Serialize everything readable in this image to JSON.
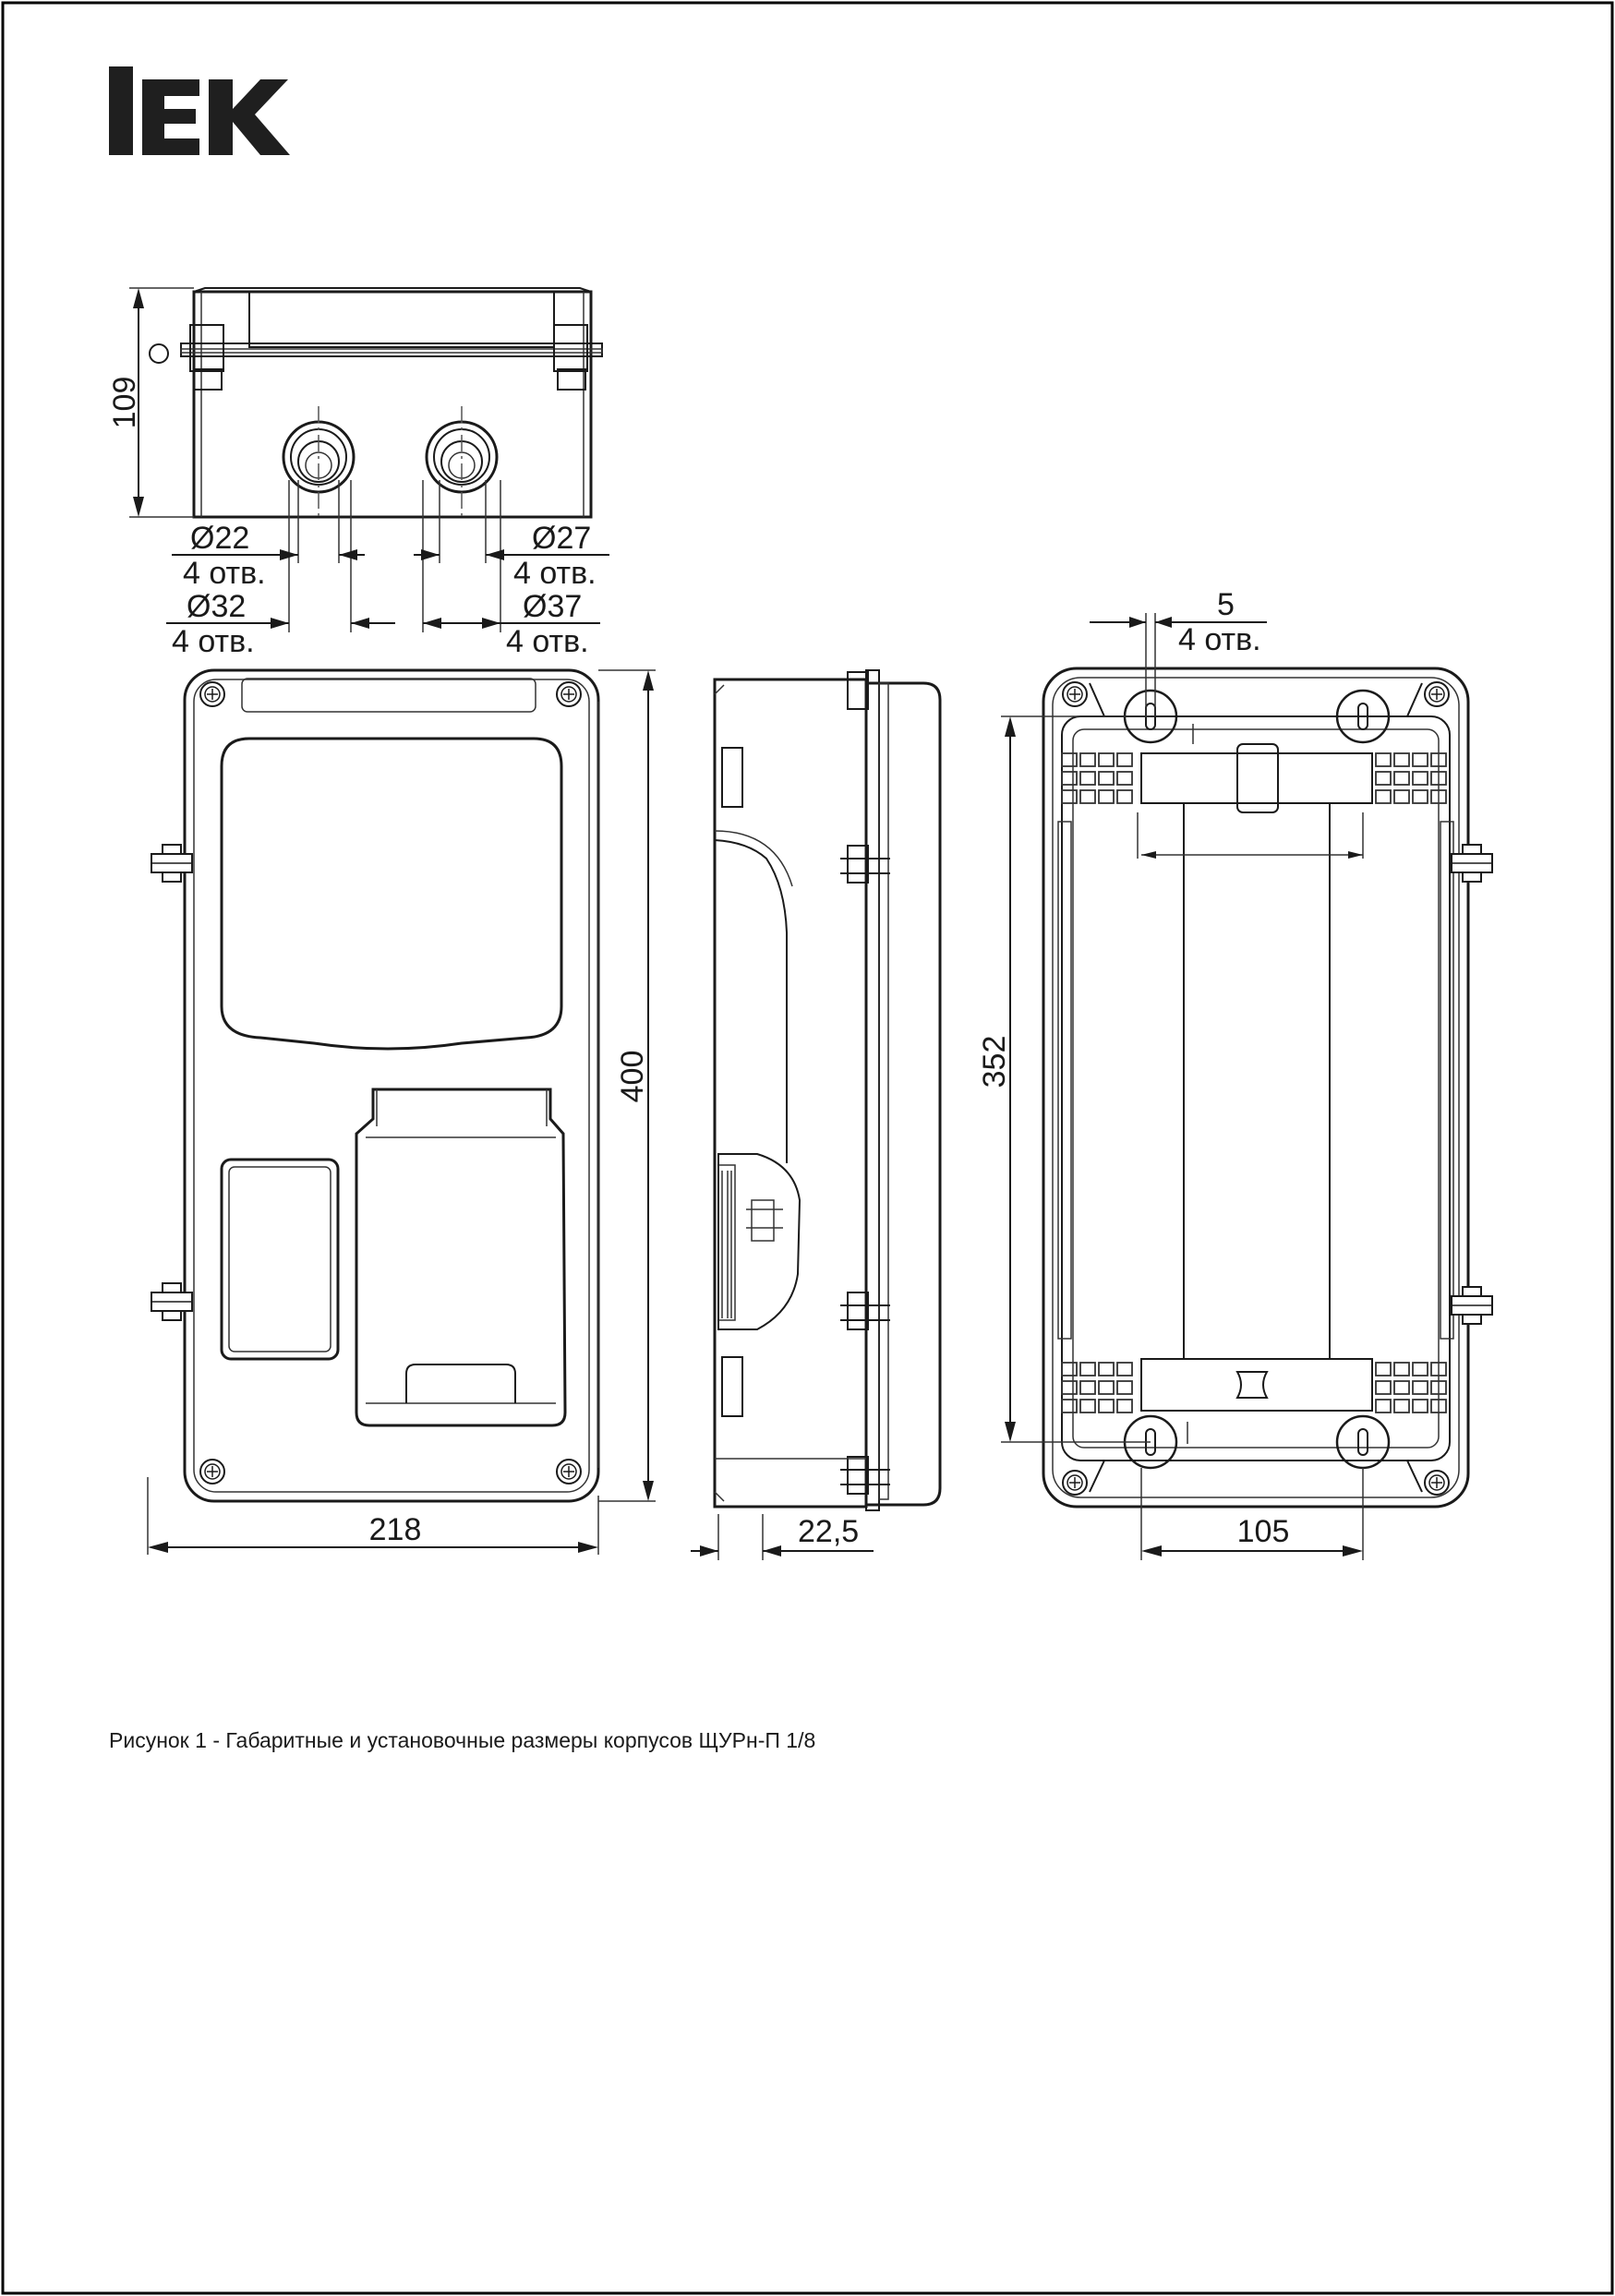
{
  "logo": {
    "text": "IEK"
  },
  "top_view": {
    "height_label": "109",
    "hole_1": {
      "diameter": "Ø22",
      "count": "4 отв."
    },
    "hole_2": {
      "diameter": "Ø27",
      "count": "4 отв."
    },
    "hole_3": {
      "diameter": "Ø32",
      "count": "4 отв."
    },
    "hole_4": {
      "diameter": "Ø37",
      "count": "4 отв."
    }
  },
  "front_view": {
    "height_label": "400",
    "width_label": "218"
  },
  "side_view": {
    "depth_label": "22,5"
  },
  "back_view": {
    "height_label": "352",
    "width_label": "105",
    "mount_hole": {
      "size": "5",
      "count": "4 отв."
    }
  },
  "caption": "Рисунок 1 - Габаритные и установочные размеры корпусов ЩУРн-П 1/8"
}
